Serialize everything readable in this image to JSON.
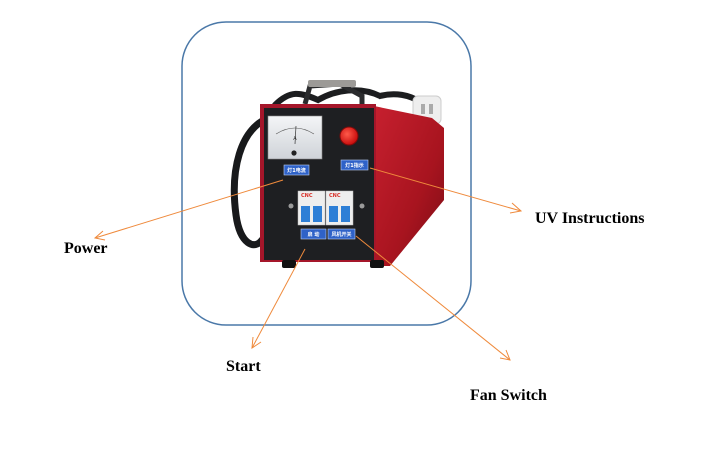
{
  "colors": {
    "frame": "#4a78a8",
    "arrow": "#ef8a3c",
    "body_red": "#b3182a",
    "panel_black": "#1e1f22",
    "tag_blue": "#2f62c8",
    "switch_blue": "#2e7fd6",
    "lamp_red": "#e21b1b"
  },
  "device": {
    "panel_tags": {
      "current": "灯1电流",
      "indicator": "灯1指示",
      "start": "启 动",
      "fan": "风机开关"
    },
    "breaker_brand": "CNC",
    "meter_unit": "A"
  },
  "callouts": [
    {
      "id": "power",
      "label": "Power",
      "icon": "arrow-icon"
    },
    {
      "id": "uv",
      "label": "UV Instructions",
      "icon": "arrow-icon"
    },
    {
      "id": "start",
      "label": "Start",
      "icon": "arrow-icon"
    },
    {
      "id": "fan",
      "label": "Fan Switch",
      "icon": "arrow-icon"
    }
  ]
}
